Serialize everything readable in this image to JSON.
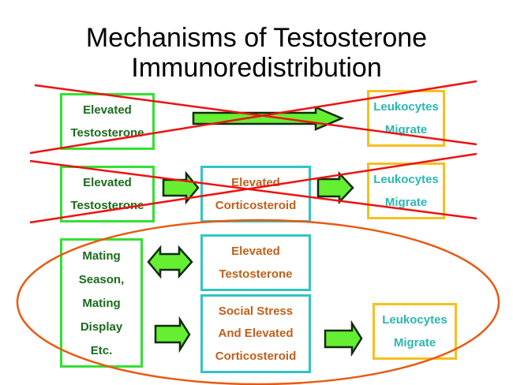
{
  "title": {
    "line1": "Mechanisms of Testosterone",
    "line2": "Immunoredistribution"
  },
  "rows": [
    {
      "status": "crossed-out",
      "boxes": [
        {
          "lines": [
            "Elevated",
            "Testosterone"
          ]
        },
        {
          "lines": [
            "Leukocytes",
            "Migrate"
          ]
        }
      ]
    },
    {
      "status": "crossed-out",
      "boxes": [
        {
          "lines": [
            "Elevated",
            "Testosterone"
          ]
        },
        {
          "lines": [
            "Elevated",
            "Corticosteroid"
          ]
        },
        {
          "lines": [
            "Leukocytes",
            "Migrate"
          ]
        }
      ]
    },
    {
      "status": "circled",
      "boxes": [
        {
          "lines": [
            "Mating",
            "Season,",
            "Mating",
            "Display",
            "Etc."
          ]
        },
        {
          "lines": [
            "Elevated",
            "Testosterone"
          ]
        },
        {
          "lines": [
            "Social Stress",
            "And Elevated",
            "Corticosteroid"
          ]
        },
        {
          "lines": [
            "Leukocytes",
            "Migrate"
          ]
        }
      ]
    }
  ],
  "colors": {
    "cross": "#ee1111",
    "ellipse": "#e85a10",
    "arrow_fill": "#66ee33",
    "arrow_stroke": "#0f2a0f",
    "green_box": "#33e033",
    "cyan_box": "#33c4c4",
    "yellow_box": "#f4c020"
  }
}
